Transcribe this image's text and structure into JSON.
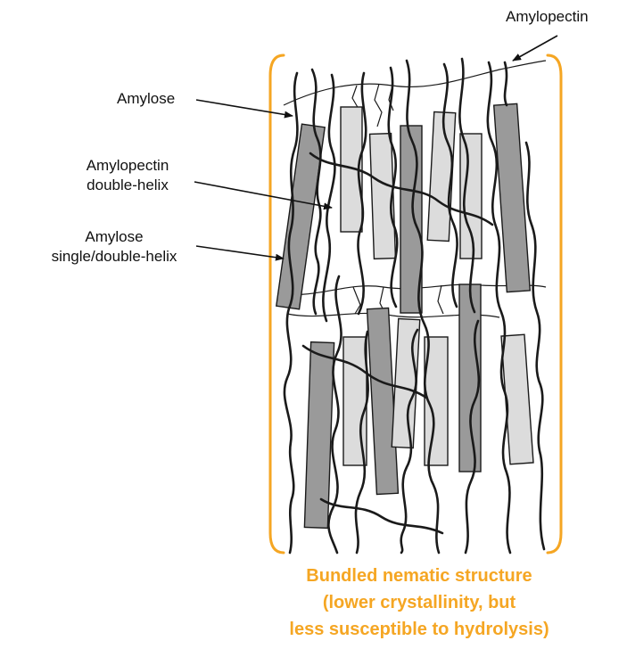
{
  "labels": {
    "amylopectin": "Amylopectin",
    "amylose": "Amylose",
    "amylopectin_dh_line1": "Amylopectin",
    "amylopectin_dh_line2": "double-helix",
    "amylose_sdh_line1": "Amylose",
    "amylose_sdh_line2": "single/double-helix"
  },
  "caption": {
    "line1": "Bundled nematic structure",
    "line2": "(lower crystallinity, but",
    "line3": "less susceptible to hydrolysis)"
  },
  "colors": {
    "bracket": "#F5A623",
    "caption": "#F5A623",
    "helix_dark": "#9A9A9A",
    "helix_light": "#DCDCDC",
    "strand": "#1A1A1A"
  }
}
